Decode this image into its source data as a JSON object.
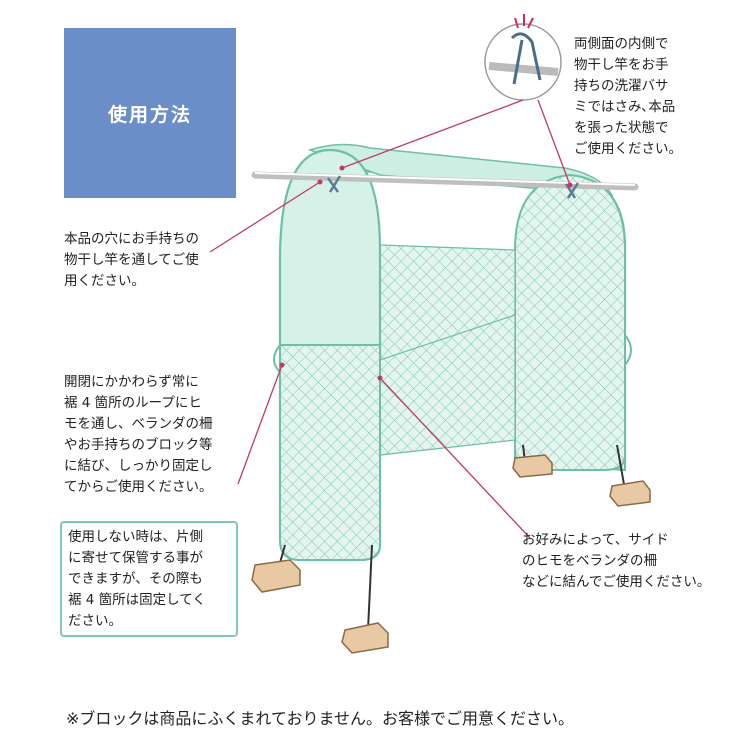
{
  "title": "使用方法",
  "notes": {
    "clip": "両側面の内側で\n物干し竿をお手\n持ちの洗濯バサ\nミではさみ､本品\nを張った状態で\nご使用ください。",
    "pole": "本品の穴にお手持ちの\n物干し竿を通してご使\n用ください。",
    "tie": "開閉にかかわらず常に\n裾 4 箇所のループにヒ\nモを通し、ベランダの柵\nやお手持ちのブロック等\nに結び、しっかり固定し\nてからご使用ください。",
    "storage": "使用しない時は、片側\nに寄せて保管する事が\nできますが、その際も\n裾 4 箇所は固定してく\nださい。",
    "side": "お好みによって、サイド\nのヒモをベランダの柵\nなどに結んでご使用ください。"
  },
  "footnote": "※ブロックは商品にふくまれておりません。お客様でご用意ください。",
  "colors": {
    "title_bg": "#6b8ec8",
    "net_fill": "#cfeee3",
    "net_stroke": "#6fbfa4",
    "leader_line": "#c0396b",
    "block": "#e9c9a3",
    "box_border": "#7fc9b0"
  }
}
